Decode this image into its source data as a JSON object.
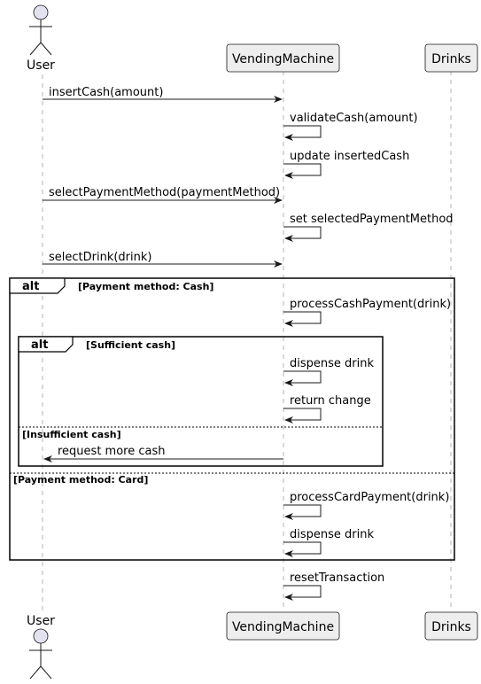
{
  "participants": {
    "user": "User",
    "vending": "VendingMachine",
    "drinks": "Drinks"
  },
  "messages": {
    "m1": "insertCash(amount)",
    "m2": "validateCash(amount)",
    "m3": "update insertedCash",
    "m4": "selectPaymentMethod(paymentMethod)",
    "m5": "set selectedPaymentMethod",
    "m6": "selectDrink(drink)",
    "m7": "processCashPayment(drink)",
    "m8": "dispense drink",
    "m9": "return change",
    "m10": "request more cash",
    "m11": "processCardPayment(drink)",
    "m12": "dispense drink",
    "m13": "resetTransaction"
  },
  "fragments": {
    "outer_tag": "alt",
    "outer_guard1": "[Payment method: Cash]",
    "outer_guard2": "[Payment method: Card]",
    "inner_tag": "alt",
    "inner_guard1": "[Sufficient cash]",
    "inner_guard2": "[Insufficient cash]"
  }
}
